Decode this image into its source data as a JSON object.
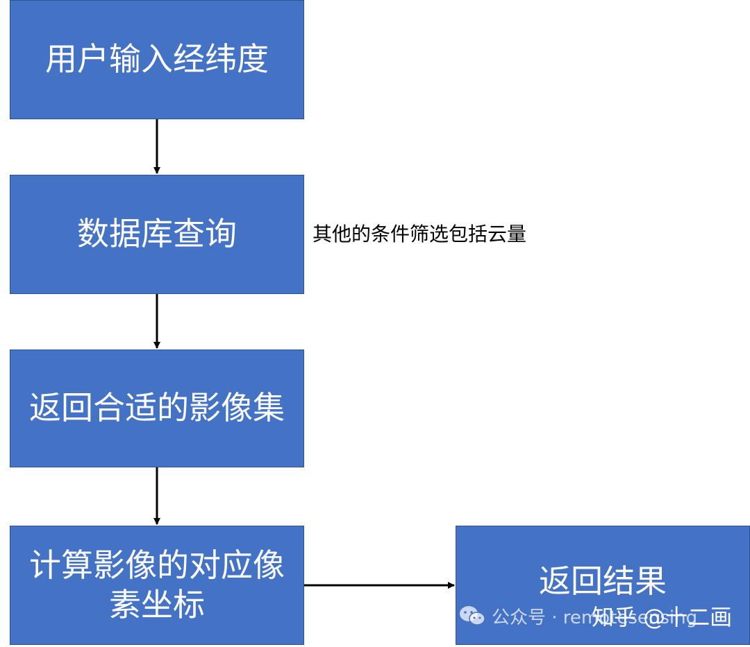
{
  "flowchart": {
    "nodes": [
      {
        "id": "n1",
        "label": "用户输入经纬度"
      },
      {
        "id": "n2",
        "label": "数据库查询"
      },
      {
        "id": "n3",
        "label": "返回合适的影像集"
      },
      {
        "id": "n4",
        "label_line1": "计算影像的对应像",
        "label_line2": "素坐标"
      },
      {
        "id": "n5",
        "label": "返回结果"
      }
    ],
    "edges": [
      {
        "from": "n1",
        "to": "n2"
      },
      {
        "from": "n2",
        "to": "n3"
      },
      {
        "from": "n3",
        "to": "n4"
      },
      {
        "from": "n4",
        "to": "n5"
      }
    ],
    "annotation": "其他的条件筛选包括云量"
  },
  "watermark": {
    "source_text": "公众号 · remotesensing",
    "author_text": "知乎 @十二画",
    "icon": "wechat-icon"
  },
  "colors": {
    "node_fill": "#4472C4",
    "node_border": "#2F528F",
    "node_text": "#FFFFFF",
    "arrow": "#000000"
  }
}
